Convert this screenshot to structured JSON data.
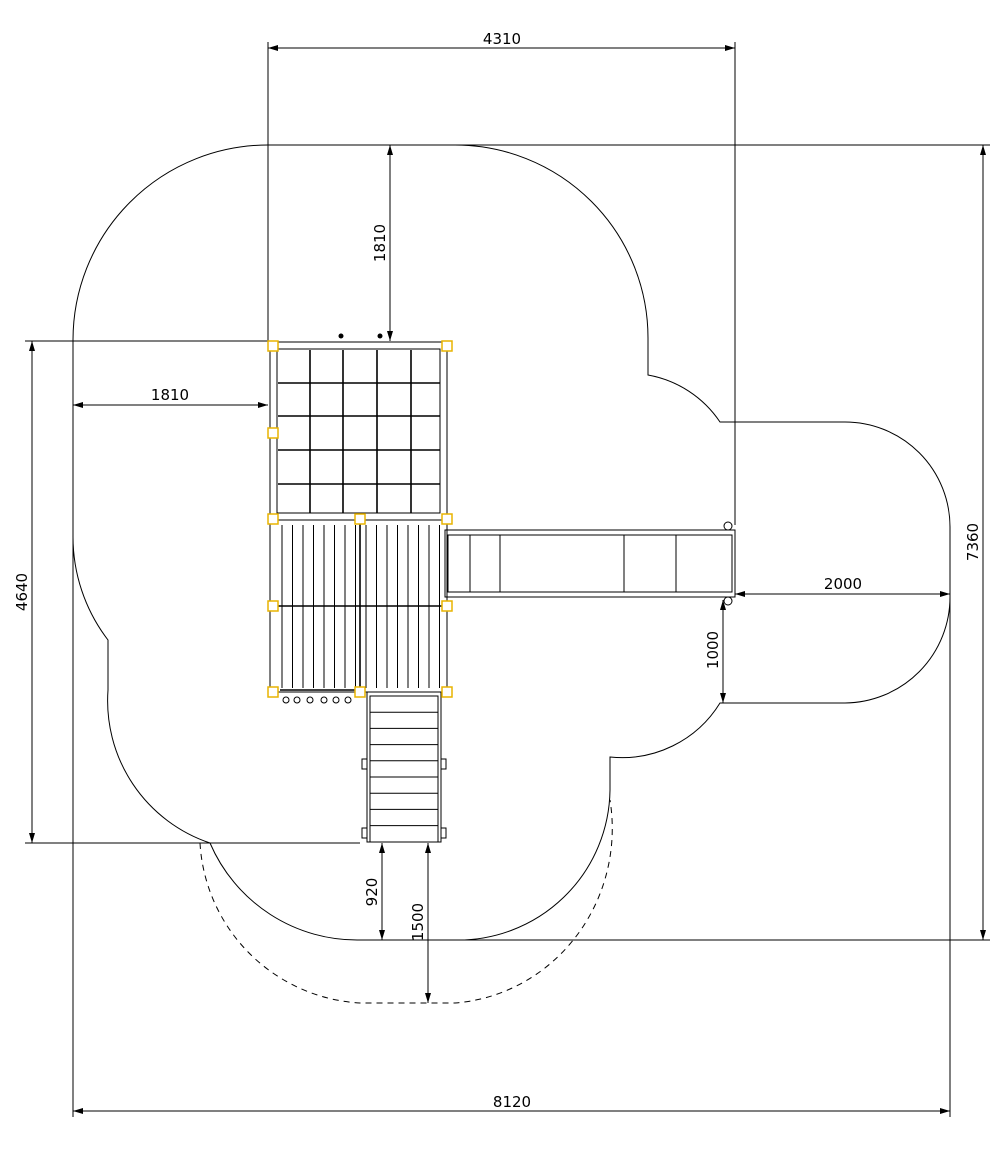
{
  "title": "Playground equipment plan with safety zone",
  "dimensions": {
    "overall_width": "4310",
    "overall_height": "7360",
    "total_width": "8120",
    "structure_depth": "4640",
    "left_clearance": "1810",
    "top_clearance": "1810",
    "slide_side_clearance": "2000",
    "slide_bottom_clearance": "1000",
    "stairs_clearance": "920",
    "stairs_extended_clearance": "1500"
  },
  "colors": {
    "post": "#e8b400",
    "line": "#000000"
  }
}
